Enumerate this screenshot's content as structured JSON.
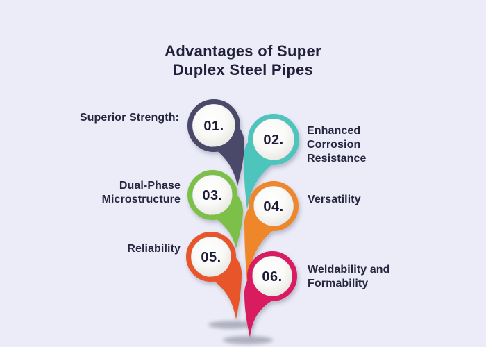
{
  "background_color": "#ebecf7",
  "text_color": "#26263f",
  "title": {
    "full": "Advantages of Super Duplex Steel Pipes",
    "line1": "Advantages of Super",
    "line2": "Duplex Steel Pipes"
  },
  "items": [
    {
      "number": "01.",
      "label": "Superior Strength:",
      "lines": [
        "Superior Strength:"
      ],
      "side": "left",
      "color": "#4b4969"
    },
    {
      "number": "02.",
      "label": "Enhanced Corrosion Resistance",
      "lines": [
        "Enhanced",
        "Corrosion",
        "Resistance"
      ],
      "side": "right",
      "color": "#4ec4bc"
    },
    {
      "number": "03.",
      "label": "Dual-Phase Microstructure",
      "lines": [
        "Dual-Phase",
        "Microstructure"
      ],
      "side": "left",
      "color": "#7cc04a"
    },
    {
      "number": "04.",
      "label": "Versatility",
      "lines": [
        "Versatility"
      ],
      "side": "right",
      "color": "#f0862c"
    },
    {
      "number": "05.",
      "label": "Reliability",
      "lines": [
        "Reliability"
      ],
      "side": "left",
      "color": "#e95429"
    },
    {
      "number": "06.",
      "label": "Weldability and Formability",
      "lines": [
        "Weldability and",
        "Formability"
      ],
      "side": "right",
      "color": "#d81b5e"
    }
  ]
}
